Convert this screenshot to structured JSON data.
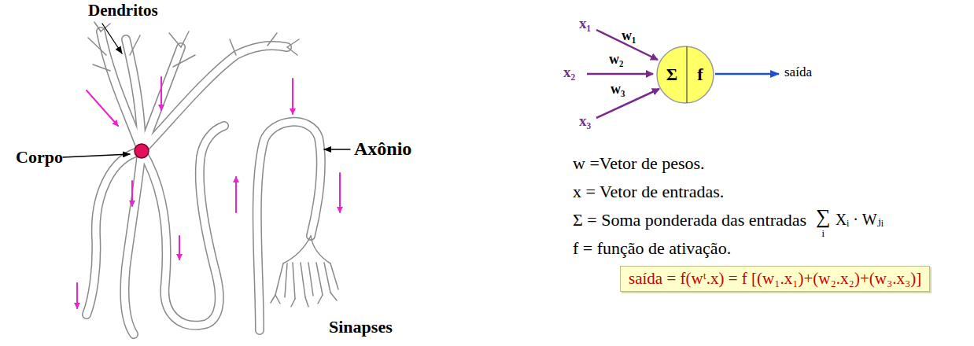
{
  "diagram": {
    "nodes": [
      {
        "text": [
          "Σ",
          "f"
        ]
      },
      {
        "text": [
          "saída = f(wᵗ.x) = f [(w₁.x₁)+(w₂.x₂)+(w₃.x₃)]"
        ]
      }
    ],
    "labels": [
      "Dendritos",
      "Corpo",
      "Axônio",
      "Sinapses",
      "x₁",
      "x₂",
      "x₃",
      "w₁",
      "w₂",
      "w₃",
      "saída",
      "w =Vetor de pesos.",
      "x = Vetor de entradas.",
      "Σ = Soma ponderada das entradas",
      "∑",
      "i",
      "Xᵢ · Wⱼᵢ",
      "f = função de ativação."
    ]
  }
}
